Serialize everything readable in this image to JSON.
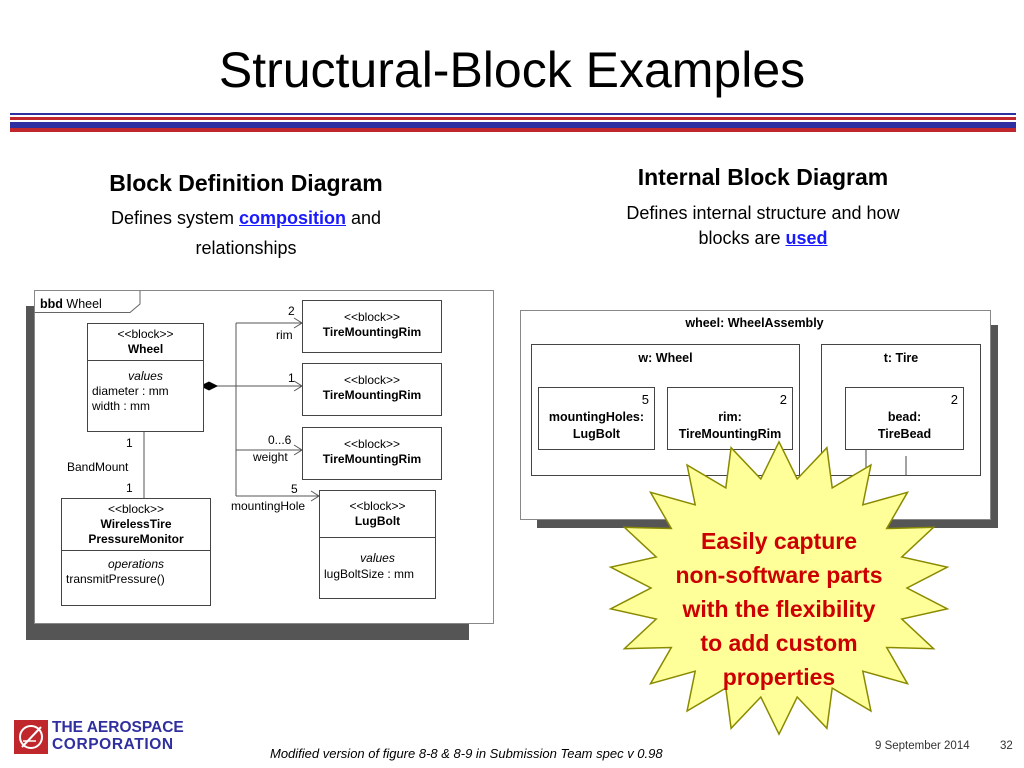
{
  "slide": {
    "title": "Structural-Block Examples",
    "left": {
      "heading": "Block Definition Diagram",
      "sub_before": "Defines system ",
      "sub_link": "composition",
      "sub_after": " and",
      "sub_line2": "relationships"
    },
    "right": {
      "heading": "Internal Block Diagram",
      "sub_line1": "Defines internal structure and how",
      "sub_before": "blocks are ",
      "sub_link": "used"
    },
    "callout": {
      "lines": [
        "Easily capture",
        "non-software parts",
        "with the flexibility",
        "to add custom",
        "properties"
      ]
    },
    "footer": {
      "logo_line1": "THE AEROSPACE",
      "logo_line2": "CORPORATION",
      "note": "Modified version of figure 8-8 & 8-9 in Submission Team spec v 0.98",
      "date": "9 September 2014",
      "page": "32"
    }
  },
  "bdd": {
    "frame_kw": "bbd",
    "frame_name": " Wheel",
    "wheel": {
      "stereo": "<<block>>",
      "name": "Wheel",
      "compartment": "values",
      "props": [
        "diameter : mm",
        "width : mm"
      ]
    },
    "assoc": {
      "mult_top": "1",
      "name": "BandMount",
      "mult_bottom": "1"
    },
    "monitor": {
      "stereo": "<<block>>",
      "name_line1": "WirelessTire",
      "name_line2": "PressureMonitor",
      "compartment": "operations",
      "ops": [
        "transmitPressure()"
      ]
    },
    "parts": [
      {
        "mult": "2",
        "role": "rim",
        "stereo": "<<block>>",
        "name": "TireMountingRim"
      },
      {
        "mult": "1",
        "role": "",
        "stereo": "<<block>>",
        "name": "TireMountingRim"
      },
      {
        "mult": "0...6",
        "role": "weight",
        "stereo": "<<block>>",
        "name": "TireMountingRim"
      },
      {
        "mult": "5",
        "role": "mountingHole",
        "stereo": "<<block>>",
        "name": "LugBolt",
        "compartment": "values",
        "props": [
          "lugBoltSize : mm"
        ]
      }
    ]
  },
  "ibd": {
    "frame_name": "wheel: WheelAssembly",
    "wheel_part": {
      "name": "w: Wheel",
      "parts": [
        {
          "mult": "5",
          "line1": "mountingHoles:",
          "line2": "LugBolt"
        },
        {
          "mult": "2",
          "line1": "rim:",
          "line2": "TireMountingRim"
        }
      ]
    },
    "tire_part": {
      "name": "t: Tire",
      "parts": [
        {
          "mult": "2",
          "line1": "bead:",
          "line2": "TireBead"
        }
      ]
    }
  },
  "colors": {
    "rule_blue": "#2f2f9f",
    "rule_red": "#c0272d",
    "callout_fill": "#ffff99",
    "callout_text": "#cc0000",
    "link": "#1a1aff"
  }
}
